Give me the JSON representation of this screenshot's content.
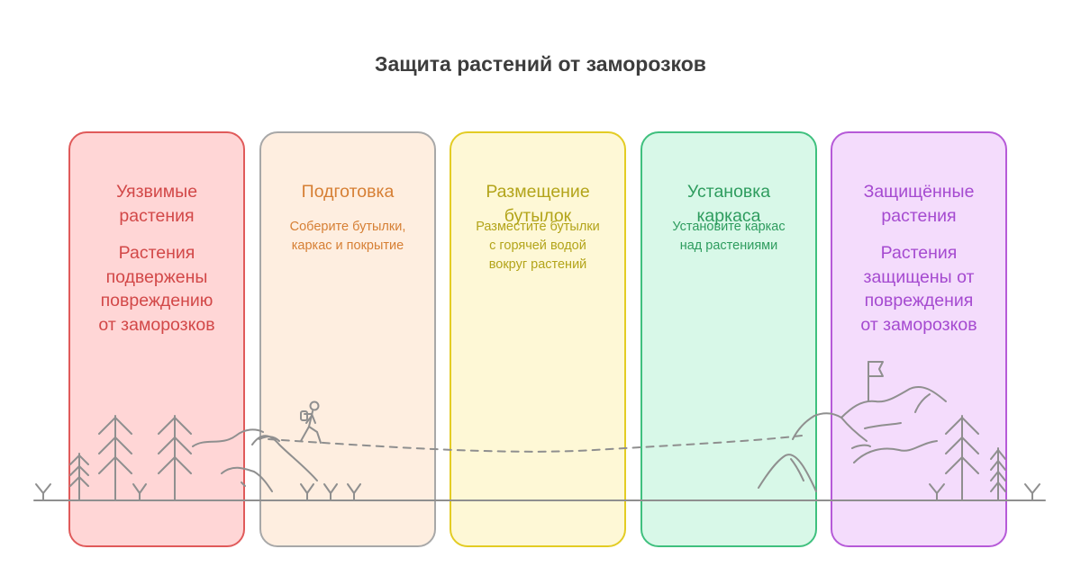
{
  "title": "Защита растений от заморозков",
  "stages": [
    {
      "heading_lines": [
        "Уязвимые",
        "растения"
      ],
      "text_lines": [
        "Растения",
        "подвержены",
        "повреждению",
        "от заморозков"
      ],
      "border": "#e05a5a",
      "fill": "#ffd6d6",
      "color": "#d24848",
      "size": "big"
    },
    {
      "heading_lines": [
        "Подготовка"
      ],
      "text_lines": [
        "Соберите бутылки,",
        "каркас и покрытие"
      ],
      "border": "#a8a8a8",
      "fill": "#feeee0",
      "color": "#d67f34",
      "size": "small"
    },
    {
      "heading_lines": [
        "Размещение",
        "бутылок"
      ],
      "text_lines": [
        "Разместите бутылки",
        "с горячей водой",
        "вокруг растений"
      ],
      "border": "#e3cc24",
      "fill": "#fef8d6",
      "color": "#b3a41a",
      "size": "small"
    },
    {
      "heading_lines": [
        "Установка",
        "каркаса"
      ],
      "text_lines": [
        "Установите каркас",
        "над растениями"
      ],
      "border": "#3fc07e",
      "fill": "#d8f8e8",
      "color": "#2e9c5e",
      "size": "small"
    },
    {
      "heading_lines": [
        "Защищённые",
        "растения"
      ],
      "text_lines": [
        "Растения",
        "защищены от",
        "повреждения",
        "от заморозков"
      ],
      "border": "#b65ad8",
      "fill": "#f4dcfc",
      "color": "#a54ad0",
      "size": "big"
    }
  ],
  "scene_color": "#8f8f8f"
}
